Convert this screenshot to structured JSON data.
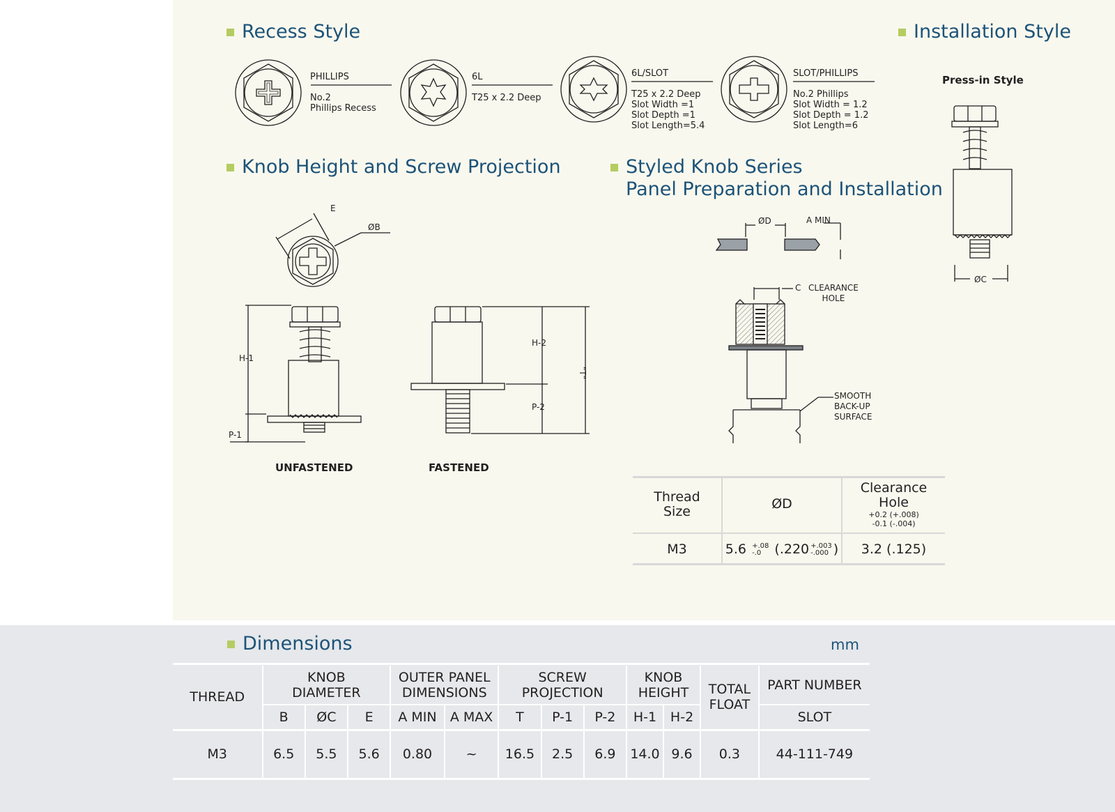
{
  "sections": {
    "recess_style": "Recess Style",
    "installation_style": "Installation Style",
    "knob_height": "Knob Height and Screw Projection",
    "styled_knob_line1": "Styled Knob Series",
    "styled_knob_line2": "Panel Preparation and Installation",
    "dimensions": "Dimensions"
  },
  "recess": [
    {
      "name": "PHILLIPS",
      "lines": [
        "No.2",
        "Phillips Recess"
      ]
    },
    {
      "name": "6L",
      "lines": [
        "T25 x 2.2 Deep"
      ]
    },
    {
      "name": "6L/SLOT",
      "lines": [
        "T25 x 2.2 Deep",
        "Slot Width =1",
        "Slot Depth =1",
        "Slot Length=5.4"
      ]
    },
    {
      "name": "SLOT/PHILLIPS",
      "lines": [
        "No.2 Phillips",
        "Slot Width = 1.2",
        "Slot Depth = 1.2",
        "Slot Length=6"
      ]
    }
  ],
  "installation": {
    "caption": "Press-in Style",
    "dim_c": "ØC"
  },
  "knob": {
    "dim_e": "E",
    "dim_b": "ØB",
    "dim_h1": "H-1",
    "dim_p1": "P-1",
    "dim_h2": "H-2",
    "dim_p2": "P-2",
    "dim_t": "\"T\"",
    "caption_unfastened": "UNFASTENED",
    "caption_fastened": "FASTENED"
  },
  "panel": {
    "dim_d": "ØD",
    "dim_amin": "A MIN",
    "dim_c": "C",
    "clearance_label": [
      "CLEARANCE",
      "HOLE"
    ],
    "smooth_label": [
      "SMOOTH",
      "BACK-UP",
      "SURFACE"
    ]
  },
  "clearance_table": {
    "headers": {
      "thread_size": [
        "Thread",
        "Size"
      ],
      "od": "ØD",
      "clearance": [
        "Clearance",
        "Hole"
      ],
      "clearance_tol": [
        "+0.2 (+.008)",
        "-0.1 (-.004)"
      ]
    },
    "row": {
      "thread": "M3",
      "od_value": "5.6",
      "od_tol": [
        "+.08",
        "-.0"
      ],
      "od_inch": "(.220",
      "od_inch_tol": [
        "+.003",
        "-.000"
      ],
      "od_close": ")",
      "clearance_value": "3.2 (.125)"
    }
  },
  "dimensions_table": {
    "unit": "mm",
    "headers": {
      "thread": "THREAD",
      "knob_diameter": [
        "KNOB",
        "DIAMETER"
      ],
      "outer_panel": [
        "OUTER PANEL",
        "DIMENSIONS"
      ],
      "screw_projection": [
        "SCREW",
        "PROJECTION"
      ],
      "knob_height": [
        "KNOB",
        "HEIGHT"
      ],
      "total_float": [
        "TOTAL",
        "FLOAT"
      ],
      "part_number": "PART NUMBER",
      "sub": [
        "B",
        "ØC",
        "E",
        "A MIN",
        "A MAX",
        "T",
        "P-1",
        "P-2",
        "H-1",
        "H-2"
      ],
      "slot": "SLOT"
    },
    "row": [
      "M3",
      "6.5",
      "5.5",
      "5.6",
      "0.80",
      "~",
      "16.5",
      "2.5",
      "6.9",
      "14.0",
      "9.6",
      "0.3",
      "44-111-749"
    ]
  }
}
